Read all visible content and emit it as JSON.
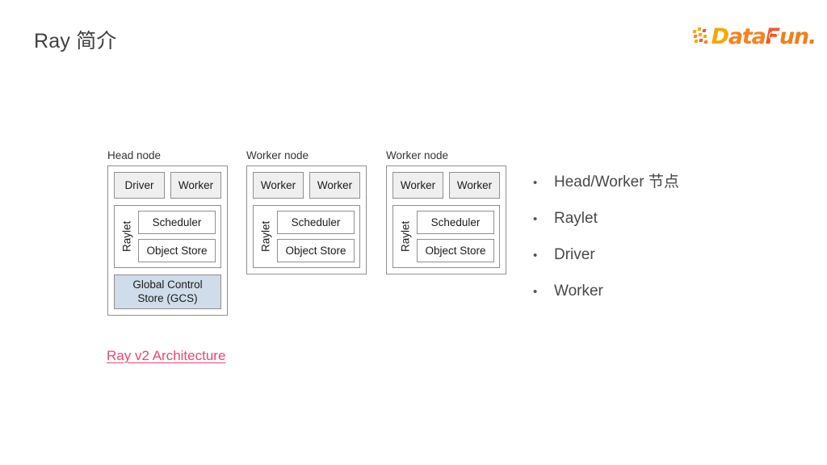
{
  "slide": {
    "title": "Ray 简介"
  },
  "logo": {
    "name": "datafun-logo",
    "part_a": "D",
    "part_b": "ata",
    "part_c": "F",
    "part_d": "un.",
    "colors": {
      "yellow": "#F5A800",
      "orange": "#F58220",
      "deep_orange": "#EF5A28"
    }
  },
  "diagram": {
    "nodes": [
      {
        "label": "Head node",
        "processes": [
          "Driver",
          "Worker"
        ],
        "raylet_label": "Raylet",
        "raylet_components": [
          "Scheduler",
          "Object Store"
        ],
        "gcs": {
          "line1": "Global Control",
          "line2": "Store (GCS)",
          "color": "#cfdce9"
        }
      },
      {
        "label": "Worker node",
        "processes": [
          "Worker",
          "Worker"
        ],
        "raylet_label": "Raylet",
        "raylet_components": [
          "Scheduler",
          "Object Store"
        ],
        "gcs": null
      },
      {
        "label": "Worker node",
        "processes": [
          "Worker",
          "Worker"
        ],
        "raylet_label": "Raylet",
        "raylet_components": [
          "Scheduler",
          "Object Store"
        ],
        "gcs": null
      }
    ]
  },
  "link": {
    "label": "Ray v2 Architecture",
    "color": "#e8486e"
  },
  "bullets": {
    "marker": "•",
    "items": [
      {
        "text": "Head/Worker 节点"
      },
      {
        "text": "Raylet"
      },
      {
        "text": "Driver"
      },
      {
        "text": "Worker"
      }
    ]
  }
}
